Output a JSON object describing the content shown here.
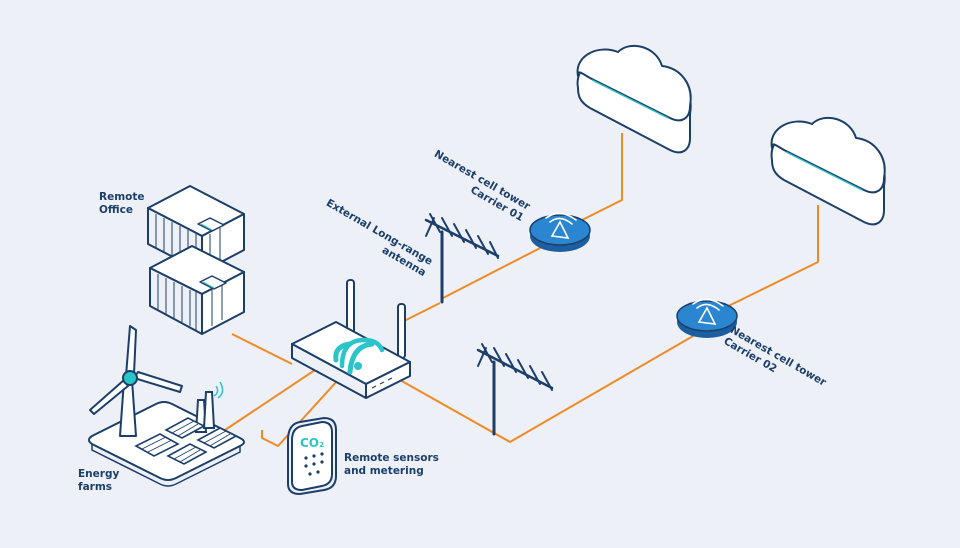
{
  "labels": {
    "remote_office": [
      "Remote",
      "Office"
    ],
    "energy_farms": [
      "Energy",
      "farms"
    ],
    "remote_sensors": [
      "Remote sensors",
      "and metering"
    ],
    "external_antenna": [
      "External Long-range",
      "antenna"
    ],
    "cell_tower_1": [
      "Nearest cell tower",
      "Carrier 01"
    ],
    "cell_tower_2": [
      "Nearest cell tower",
      "Carrier 02"
    ],
    "sensor_display": "CO₂"
  },
  "colors": {
    "background": "#eef0f7",
    "outline": "#1c3f6a",
    "link": "#f08a24",
    "accent": "#2bc4c8",
    "tower_disc": "#2b86d1",
    "fill": "#ffffff"
  },
  "icons": [
    "shipping-container-icon",
    "router-icon",
    "wifi-icon",
    "yagi-antenna-icon",
    "cell-tower-icon",
    "cloud-icon",
    "wind-turbine-icon",
    "solar-panel-icon",
    "sensor-icon"
  ]
}
